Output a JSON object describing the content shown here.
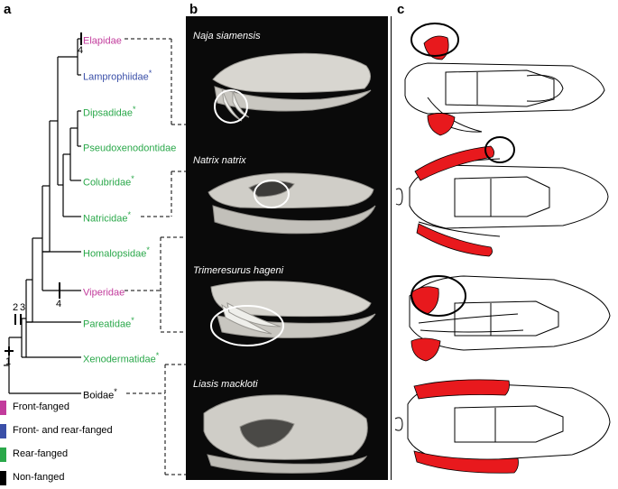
{
  "panels": {
    "a": "a",
    "b": "b",
    "c": "c"
  },
  "taxa": [
    {
      "name": "Elapidae",
      "mark": "",
      "category": "front"
    },
    {
      "name": "Lamprophiidae",
      "mark": "*",
      "category": "frontrear"
    },
    {
      "name": "Dipsadidae",
      "mark": "*",
      "category": "rear"
    },
    {
      "name": "Pseudoxenodontidae",
      "mark": "",
      "category": "rear"
    },
    {
      "name": "Colubridae",
      "mark": "*",
      "category": "rear"
    },
    {
      "name": "Natricidae",
      "mark": "*",
      "category": "rear"
    },
    {
      "name": "Homalopsidae",
      "mark": "*",
      "category": "rear"
    },
    {
      "name": "Viperidae",
      "mark": "",
      "category": "front"
    },
    {
      "name": "Pareatidae",
      "mark": "*",
      "category": "rear"
    },
    {
      "name": "Xenodermatidae",
      "mark": "*",
      "category": "rear"
    },
    {
      "name": "Boidae",
      "mark": "*",
      "category": "none"
    }
  ],
  "node_numbers": {
    "elapid": "4",
    "viper": "4",
    "base1": "1",
    "base2": "2",
    "base3": "3"
  },
  "legend": [
    {
      "label": "Front-fanged",
      "color": "#c23b9c"
    },
    {
      "label": "Front- and rear-fanged",
      "color": "#3a4fa8"
    },
    {
      "label": "Rear-fanged",
      "color": "#2aa84a"
    },
    {
      "label": "Non-fanged",
      "color": "#000000"
    }
  ],
  "specimens": [
    {
      "title": "Naja siamensis"
    },
    {
      "title": "Natrix natrix"
    },
    {
      "title": "Trimeresurus hageni"
    },
    {
      "title": "Liasis mackloti"
    }
  ],
  "colors": {
    "fang_highlight": "#e8191d",
    "photo_background": "#0a0a0a"
  }
}
